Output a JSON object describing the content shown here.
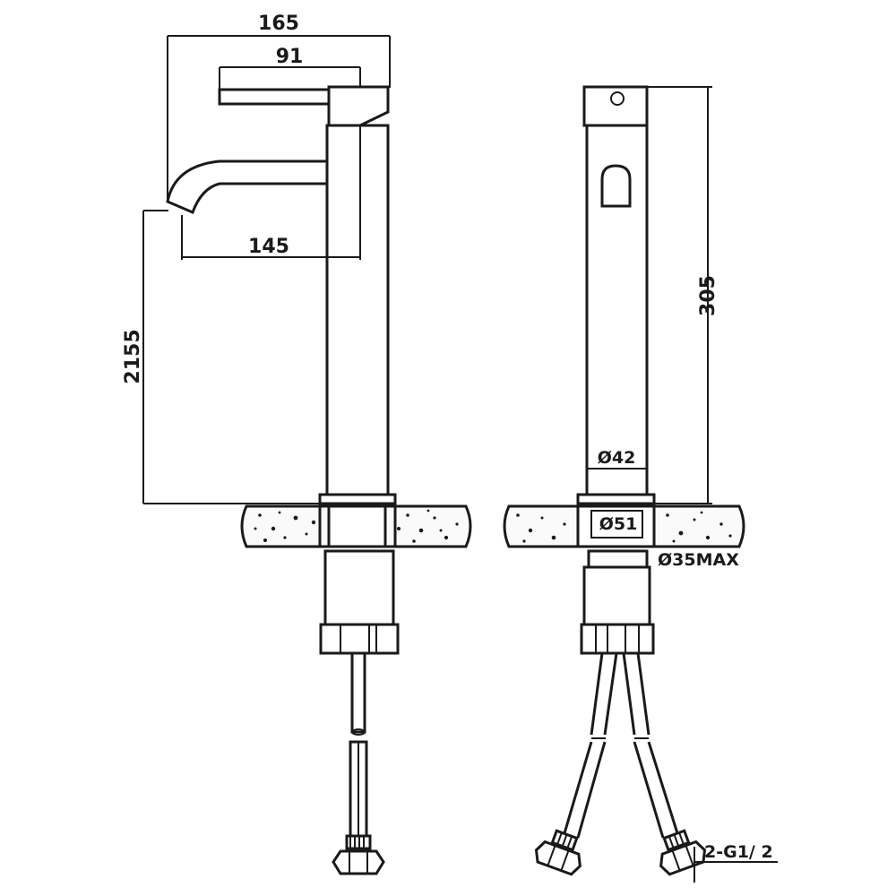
{
  "dimensions": {
    "left_width_total": "165",
    "left_handle_length": "91",
    "left_spout_reach": "145",
    "left_height": "2155",
    "right_height": "305",
    "body_diameter": "Ø42",
    "base_diameter": "Ø51",
    "hole_diameter": "Ø35MAX",
    "hose_thread": "2-G1/ 2"
  }
}
